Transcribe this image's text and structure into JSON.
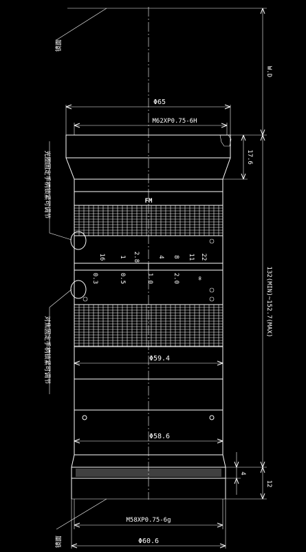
{
  "drawing": {
    "face_label_top": "镜面",
    "face_label_bottom": "镜面",
    "focus_lock_label": "光圈固定手柄锁紧可调节",
    "iris_lock_label": "对焦固定手柄锁紧可调节",
    "dims": {
      "front_dia": "Φ65",
      "front_thread": "M62XP0.75-6H",
      "ring_dia": "Φ59.4",
      "body_dia": "Φ58.6",
      "mount_thread": "M58XP0.75-6g",
      "rear_dia": "Φ60.6",
      "wd": "W.D",
      "front_len": "17.6",
      "total_len": "132(MIN)~152.7(MAX)",
      "mount_len": "12",
      "thread_len": "4"
    },
    "scale_labels": [
      "16",
      "1",
      "2.8",
      "4",
      "8",
      "11",
      "22"
    ],
    "distance_labels": [
      "0.3",
      "0.5",
      "1.0",
      "2.0",
      "∞"
    ]
  }
}
